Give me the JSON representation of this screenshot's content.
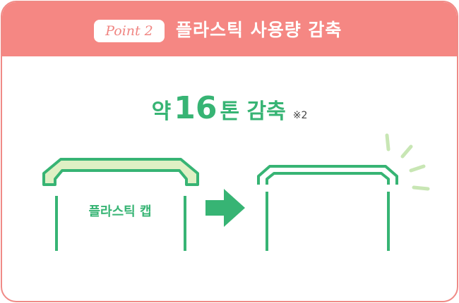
{
  "header": {
    "badge": "Point 2",
    "title": "플라스틱 사용량 감축"
  },
  "headline": {
    "prefix": "약",
    "number": "16",
    "suffix": "톤 감축",
    "note": "※2"
  },
  "illustration": {
    "cap_label": "플라스틱 캡",
    "arrow_icon": "right-arrow-icon",
    "colors": {
      "accent_green": "#37b474",
      "cap_fill": "#dff0c4",
      "header_coral": "#f58783",
      "sparkle_green": "#c8e6b4"
    }
  }
}
